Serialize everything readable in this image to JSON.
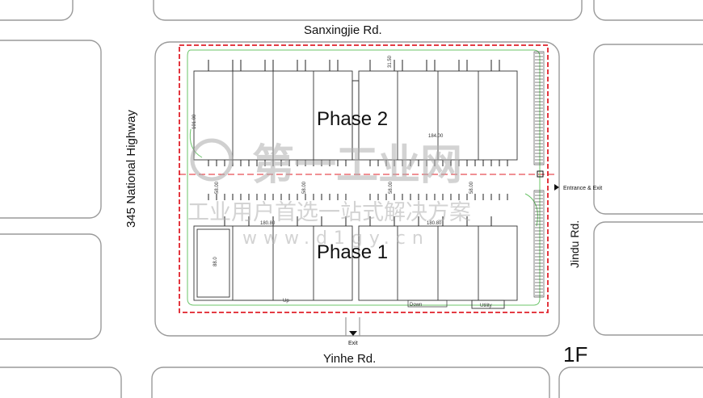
{
  "roads": {
    "north": "Sanxingjie Rd.",
    "south": "Yinhe Rd.",
    "east": "Jindu Rd.",
    "west": "345 National Highway"
  },
  "phases": {
    "phase1": "Phase 1",
    "phase2": "Phase 2"
  },
  "access": {
    "entrance_exit": "Entrance & Exit",
    "exit": "Exit"
  },
  "floor": "1F",
  "annotations": {
    "up": "Up",
    "down": "Down",
    "utility": "Utility"
  },
  "dimensions": [
    "184.00",
    "180.80",
    "180.80",
    "58.00",
    "58.00",
    "58.00",
    "58.00",
    "101.00",
    "88.0",
    "31.50"
  ],
  "watermark": {
    "title": "第一工业网",
    "slogan": "工业用户首选一站式解决方案",
    "url": "www.d1gy.cn"
  },
  "colors": {
    "boundary": "#e0202a",
    "road": "#9a9a9a",
    "green": "#6cc46a",
    "building": "#333333"
  }
}
